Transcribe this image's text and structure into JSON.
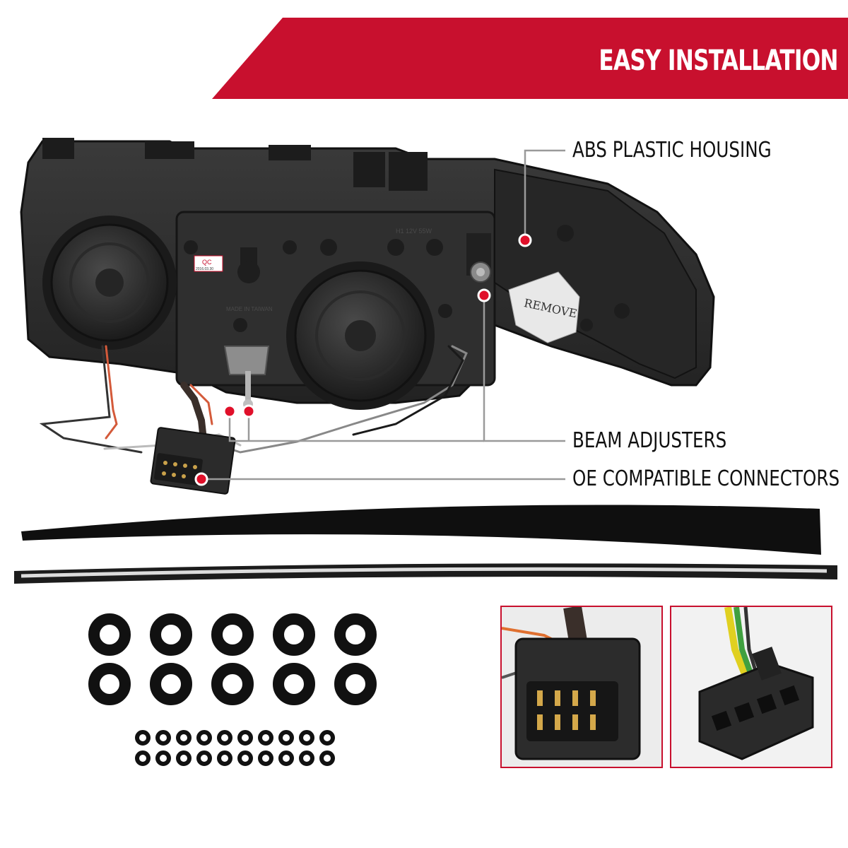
{
  "banner": {
    "title": "EASY INSTALLATION",
    "color": "#c8102e"
  },
  "callouts": {
    "housing": "ABS PLASTIC HOUSING",
    "beam": "BEAM ADJUSTERS",
    "connectors": "OE COMPATIBLE CONNECTORS"
  },
  "headlight_labels": {
    "qc_title": "QC",
    "qc_date": "2016.03.30",
    "mold_line1": "H1 12V 55W",
    "mold_line2": "MADE IN TAIWAN",
    "remove_tab": "REMOVE"
  },
  "accessories": {
    "large_washers": 10,
    "small_washers": 20,
    "strips": 2
  },
  "insets": {
    "left": "connector-male-closeup",
    "right": "connector-female-closeup"
  },
  "colors": {
    "accent": "#c8102e",
    "marker": "#e0102a",
    "leader": "#9a9a9a",
    "housing": "#2a2a2a"
  }
}
